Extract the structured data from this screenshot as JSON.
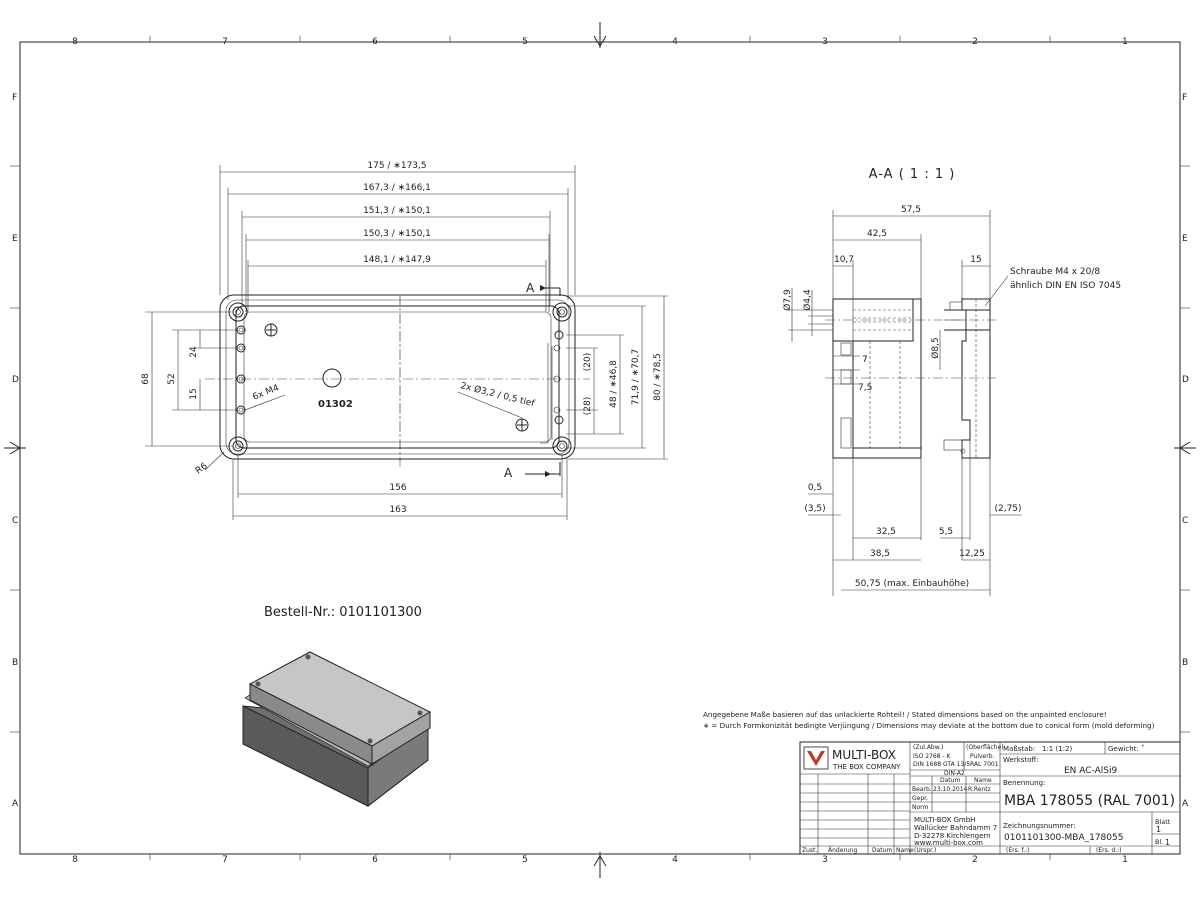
{
  "frame": {
    "top_numbers": [
      "8",
      "7",
      "6",
      "5",
      "4",
      "3",
      "2",
      "1"
    ],
    "bottom_numbers": [
      "8",
      "7",
      "6",
      "5",
      "4",
      "3",
      "2",
      "1"
    ],
    "side_letters": [
      "F",
      "E",
      "D",
      "C",
      "B",
      "A"
    ]
  },
  "front_view": {
    "dims_top": [
      "175 / ∗173,5",
      "167,3 / ∗166,1",
      "151,3 / ∗150,1",
      "150,3 / ∗150,1",
      "148,1 / ∗147,9"
    ],
    "dims_bottom": [
      "156",
      "163"
    ],
    "dims_left": [
      "68",
      "52",
      "24",
      "15"
    ],
    "dims_right": [
      "(20)",
      "(28)",
      "48 / ∗46,8",
      "71,9 / ∗70,7",
      "80 / ∗78,5"
    ],
    "radius_label": "R6",
    "thread_label": "6x M4",
    "hole_label": "2x Ø3,2 / 0,5 tief",
    "part_code": "01302",
    "section_mark": "A"
  },
  "section_view": {
    "title": "A-A ( 1 : 1 )",
    "dims_top": [
      "57,5",
      "42,5",
      "10,7",
      "15"
    ],
    "dims_left": [
      "Ø7,9",
      "Ø4,4"
    ],
    "dims_inner": [
      "Ø8,5",
      "7",
      "7,5"
    ],
    "dims_bottom": [
      "0,5",
      "(3,5)",
      "(2,75)",
      "32,5",
      "5,5",
      "38,5",
      "12,25",
      "50,75 (max. Einbauhöhe)"
    ],
    "screw_note_1": "Schraube M4 x 20/8",
    "screw_note_2": "ähnlich DIN EN ISO 7045"
  },
  "order_number": "Bestell-Nr.: 0101101300",
  "notes": {
    "line1": "Angegebene Maße basieren auf das unlackierte Rohteil! / Stated dimensions based on the unpainted enclosure!",
    "line2": "∗ = Durch Formkonizität bedingte Verjüngung / Dimensions may deviate at the bottom due to conical form (mold deforming)"
  },
  "title_block": {
    "logo_name": "MULTI-BOX",
    "logo_sub": "THE BOX COMPANY",
    "zul_abw": "(Zul.Abw.)",
    "iso": "ISO 2768 - K",
    "din": "DIN 1688 GTA 13/5",
    "oberflaeche": "(Oberfläche)",
    "pulverb": "Pulverb.",
    "ral": "RAL 7001",
    "din_a2": "DIN-A2",
    "datum_h": "Datum",
    "name_h": "Name",
    "bearb": "Bearb.",
    "bearb_date": "23.10.2014",
    "bearb_name": "R.Rentz",
    "gepr": "Gepr.",
    "norm": "Norm",
    "massstab_label": "Maßstab:",
    "massstab_value": "1:1  (1:2)",
    "gewicht": "Gewicht: ˚",
    "werkstoff_label": "Werkstoff:",
    "werkstoff_value": "EN AC-AlSi9",
    "benennung_label": "Benennung:",
    "benennung_value": "MBA 178055 (RAL 7001)",
    "company": "MULTI-BOX GmbH",
    "street": "Wallücker Bahndamm 7",
    "city": "D-32278 Kirchlengern",
    "web": "www.multi-box.com",
    "zeichnung_label": "Zeichnungsnummer:",
    "zeichnung_value": "0101101300-MBA_178055",
    "blatt_label": "Blatt",
    "blatt_value": "1",
    "bl_label": "Bl.",
    "bl_value": "1",
    "urspr": "(Urspr.)",
    "ers_f": "(Ers. f.:)",
    "ers_d": "(Ers. d.:)",
    "zust": "Zust.",
    "aenderung": "Änderung",
    "datum2": "Datum",
    "name2": "Name"
  }
}
